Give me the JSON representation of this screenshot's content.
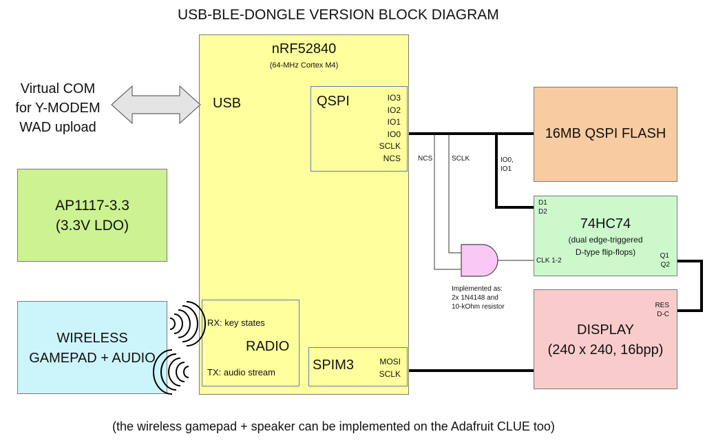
{
  "title": "USB-BLE-DONGLE VERSION BLOCK DIAGRAM",
  "footer": "(the wireless gamepad + speaker  can be implemented on the Adafruit CLUE too)",
  "usb_host": {
    "line1": "Virtual COM",
    "line2": "for Y-MODEM",
    "line3": "WAD upload"
  },
  "ldo": {
    "line1": "AP1117-3.3",
    "line2": "(3.3V LDO)",
    "color": "#ccf291"
  },
  "gamepad": {
    "line1": "WIRELESS",
    "line2": "GAMEPAD + AUDIO",
    "color": "#ccf4fb"
  },
  "mcu": {
    "name": "nRF52840",
    "subtitle": "(64-MHz Cortex M4)",
    "color": "#ffff9e",
    "usb_label": "USB",
    "qspi": {
      "label": "QSPI",
      "pins": [
        "IO3",
        "IO2",
        "IO1",
        "IO0",
        "SCLK",
        "NCS"
      ]
    },
    "radio": {
      "label": "RADIO",
      "rx": "RX: key states",
      "tx": "TX: audio stream"
    },
    "spim": {
      "label": "SPIM3",
      "pins": [
        "MOSI",
        "SCLK"
      ]
    }
  },
  "flash": {
    "label": "16MB QSPI FLASH",
    "color": "#f8cba0"
  },
  "flipflop": {
    "name": "74HC74",
    "desc1": "(dual edge-triggered",
    "desc2": "D-type flip-flops)",
    "pin_d1": "D1",
    "pin_d2": "D2",
    "pin_clk": "CLK 1-2",
    "pin_q1": "Q1",
    "pin_q2": "Q2",
    "color": "#ccf8cc"
  },
  "display": {
    "line1": "DISPLAY",
    "line2": "(240 x 240, 16bpp)",
    "pin_res": "RES",
    "pin_dc": "D-C",
    "color": "#f9cbcb"
  },
  "wires": {
    "ncs": "NCS",
    "sclk": "SCLK",
    "io0": "IO0,",
    "io1": "IO1"
  },
  "and_gate": {
    "color": "#f9c8f4",
    "note1": "Implemented as:",
    "note2": "2x 1N4148 and",
    "note3": "10-kOhm resistor"
  }
}
